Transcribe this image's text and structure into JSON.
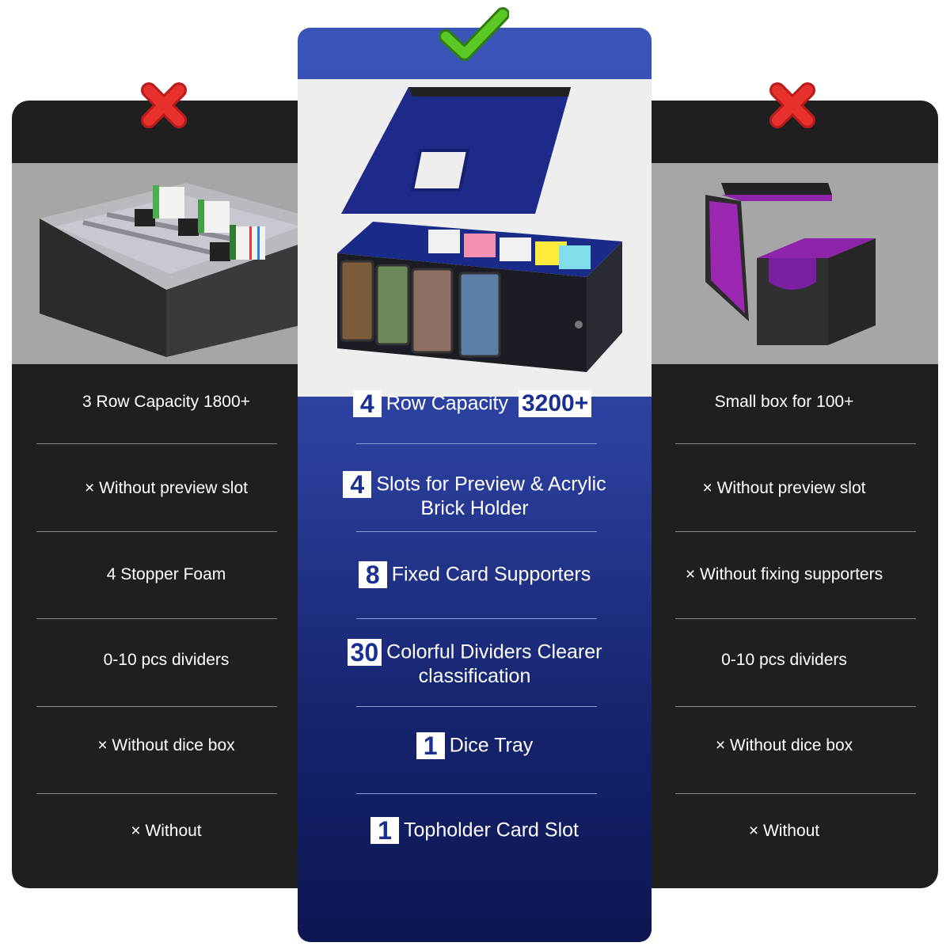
{
  "left": {
    "rows": [
      "3 Row Capacity 1800+",
      "× Without preview slot",
      "4 Stopper Foam",
      "0-10 pcs dividers",
      "× Without dice box",
      "× Without"
    ]
  },
  "right": {
    "rows": [
      "Small box for 100+",
      "× Without preview slot",
      "× Without fixing supporters",
      "0-10 pcs dividers",
      "× Without dice box",
      "× Without"
    ]
  },
  "center": {
    "features": [
      {
        "num": "4",
        "text": "Row Capacity",
        "highlight": "3200+"
      },
      {
        "num": "4",
        "text": "Slots for Preview & Acrylic",
        "text2": "Brick Holder"
      },
      {
        "num": "8",
        "text": "Fixed Card Supporters"
      },
      {
        "num": "30",
        "text": "Colorful Dividers Clearer",
        "text2": "classification"
      },
      {
        "num": "1",
        "text": "Dice Tray"
      },
      {
        "num": "1",
        "text": "Topholder Card Slot"
      }
    ]
  },
  "colors": {
    "accent_blue": "#2b3f9e",
    "check_green": "#5bc825",
    "cross_red": "#e8302c"
  },
  "icons": {
    "center": "check-mark-icon",
    "sides": "cross-mark-icon"
  }
}
